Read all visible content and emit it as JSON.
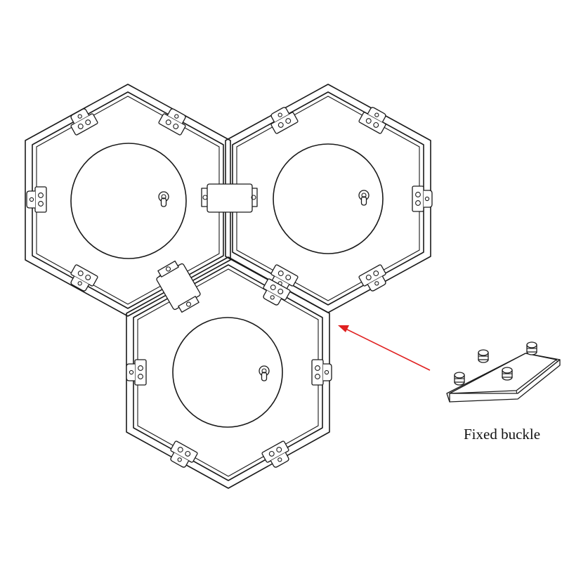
{
  "diagram": {
    "caption": "Fixed buckle",
    "arrow_color": "#e02020",
    "line_color": "#1a1a1a",
    "panel_shape": "hexagon",
    "panel_count": 3,
    "icons": [
      "hexagon-panel",
      "hinge-bracket",
      "connector-clip",
      "keyhole-mount",
      "fixed-buckle-plate"
    ]
  }
}
